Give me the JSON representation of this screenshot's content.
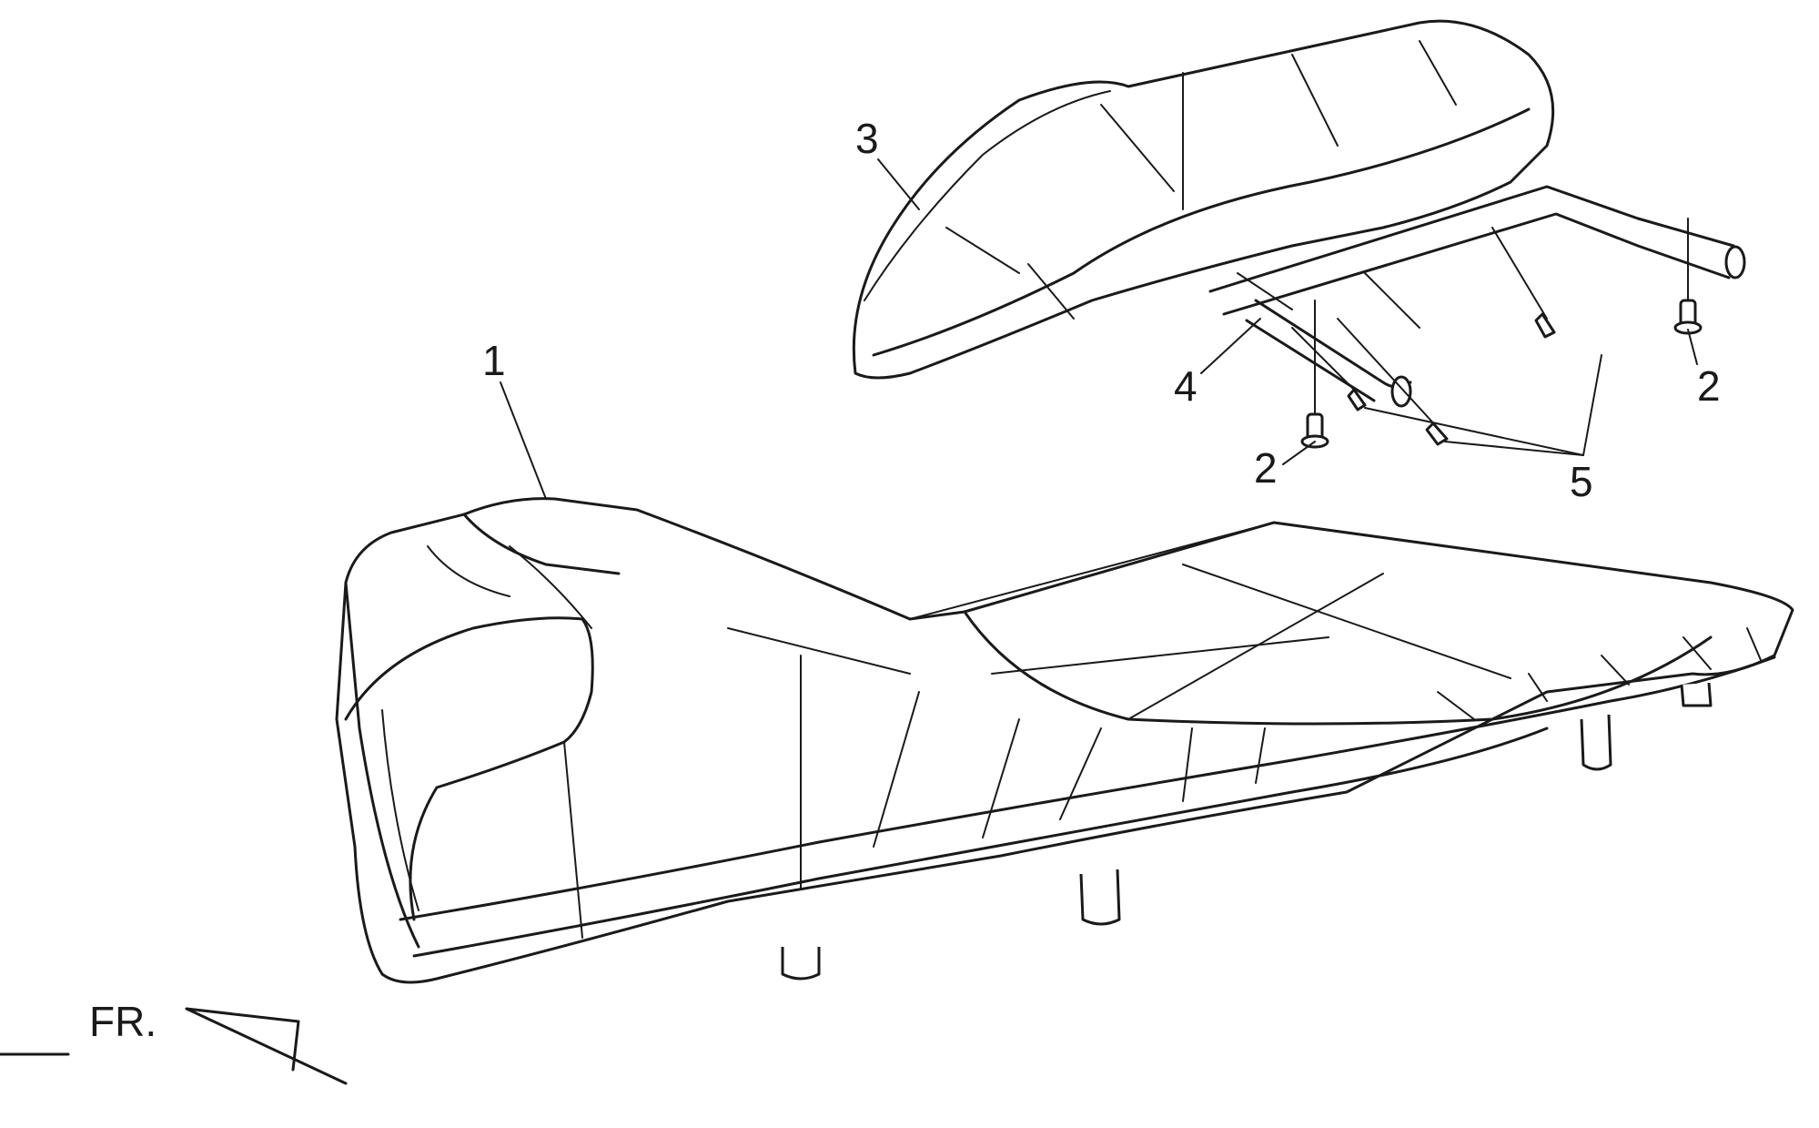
{
  "labels": {
    "part_1": "1",
    "part_2_left": "2",
    "part_2_right": "2",
    "part_3": "3",
    "part_4": "4",
    "part_5": "5",
    "front": "FR."
  },
  "colors": {
    "line": "#1a1a1a",
    "background": "#ffffff"
  }
}
